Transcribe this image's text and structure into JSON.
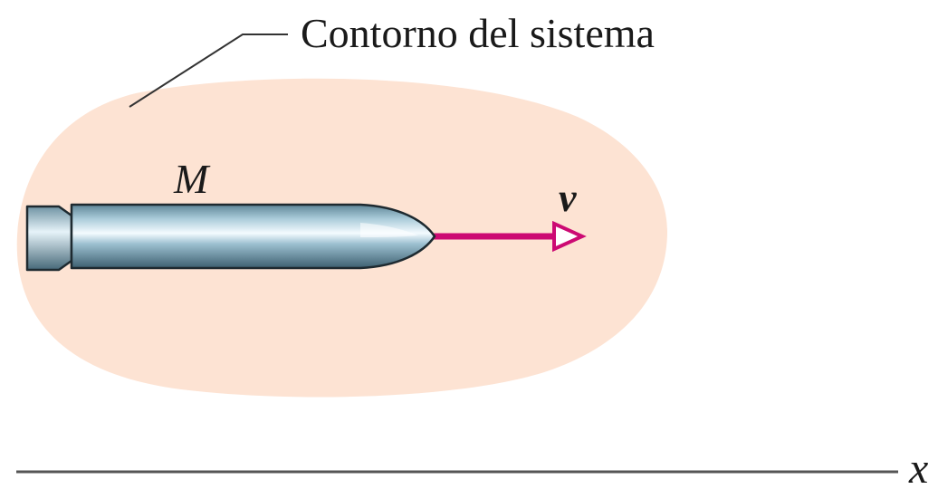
{
  "labels": {
    "boundary": "Contorno del sistema",
    "mass": "M",
    "velocity": "v",
    "axis": "x"
  },
  "colors": {
    "boundary_fill": "#fde3d3",
    "leader_line": "#333333",
    "projectile_body": "#9fc3d3",
    "projectile_outline": "#1e2a30",
    "velocity_vector": "#cc0a73",
    "axis_line": "#555555",
    "text": "#1a1a1a"
  },
  "icons": {
    "projectile": "bullet-icon",
    "vector_head": "open-arrowhead-icon"
  }
}
